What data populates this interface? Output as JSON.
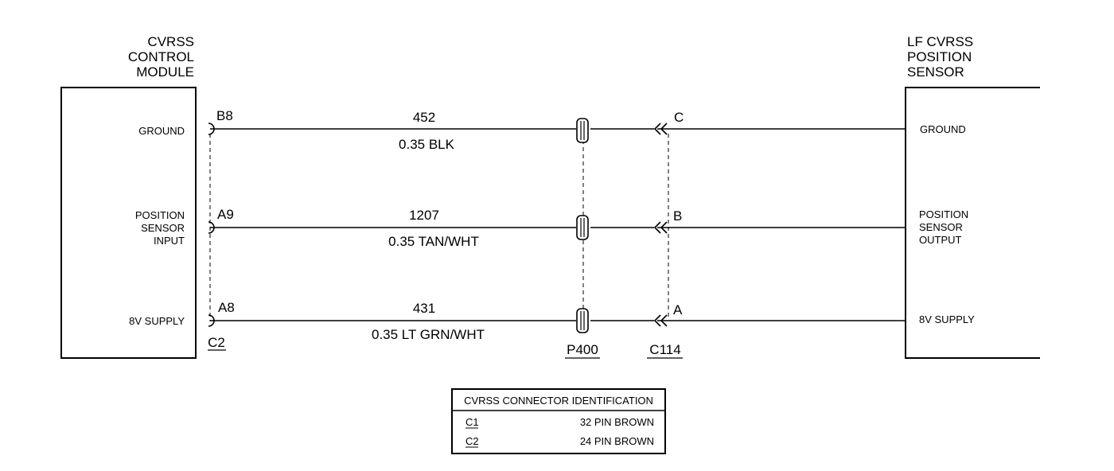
{
  "left_module": {
    "title_lines": [
      "CVRSS",
      "CONTROL",
      "MODULE"
    ],
    "pins": {
      "ground": [
        "GROUND"
      ],
      "position": [
        "POSITION",
        "SENSOR",
        "INPUT"
      ],
      "supply": [
        "8V SUPPLY"
      ]
    },
    "connector": "C2"
  },
  "right_module": {
    "title_lines": [
      "LF CVRSS",
      "POSITION",
      "SENSOR"
    ],
    "pins": {
      "ground": [
        "GROUND"
      ],
      "position": [
        "POSITION",
        "SENSOR",
        "OUTPUT"
      ],
      "supply": [
        "8V SUPPLY"
      ]
    }
  },
  "circuits": [
    {
      "left_pin": "B8",
      "circuit": "452",
      "wire": "0.35 BLK",
      "right_pin": "C"
    },
    {
      "left_pin": "A9",
      "circuit": "1207",
      "wire": "0.35 TAN/WHT",
      "right_pin": "B"
    },
    {
      "left_pin": "A8",
      "circuit": "431",
      "wire": "0.35 LT GRN/WHT",
      "right_pin": "A"
    }
  ],
  "connectors": {
    "splice": "P400",
    "inline": "C114"
  },
  "connector_table": {
    "header": "CVRSS CONNECTOR IDENTIFICATION",
    "rows": [
      {
        "id": "C1",
        "desc": "32 PIN BROWN"
      },
      {
        "id": "C2",
        "desc": "24 PIN BROWN"
      }
    ]
  }
}
